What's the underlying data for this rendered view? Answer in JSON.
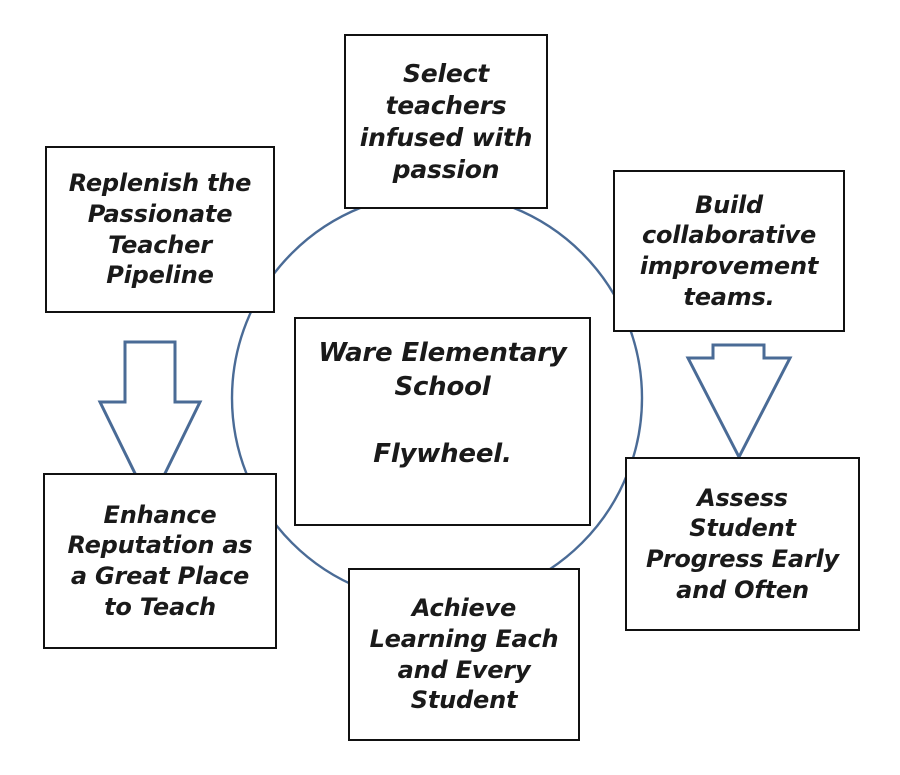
{
  "diagram": {
    "title": "Ware Elementary School Flywheel.",
    "center": {
      "label": "Ware Elementary\nSchool\n\nFlywheel."
    },
    "colors": {
      "box_border": "#111111",
      "text": "#1a1a1a",
      "circle_stroke": "#4a6b96",
      "arrow_stroke": "#4a6b96",
      "background": "#ffffff"
    },
    "nodes": [
      {
        "id": "select",
        "label": "Select\nteachers\ninfused with\npassion"
      },
      {
        "id": "build",
        "label": "Build\ncollaborative\nimprovement\nteams."
      },
      {
        "id": "assess",
        "label": "Assess\nStudent\nProgress Early\nand Often"
      },
      {
        "id": "achieve",
        "label": "Achieve\nLearning Each\nand Every\nStudent"
      },
      {
        "id": "enhance",
        "label": "Enhance\nReputation as\na Great Place\nto Teach"
      },
      {
        "id": "replenish",
        "label": "Replenish the\nPassionate\nTeacher\nPipeline"
      }
    ],
    "arrows": [
      {
        "id": "down-arrow-right",
        "direction": "down",
        "from": "build",
        "to": "assess"
      },
      {
        "id": "up-arrow-left",
        "direction": "up",
        "from": "enhance",
        "to": "replenish"
      }
    ]
  }
}
